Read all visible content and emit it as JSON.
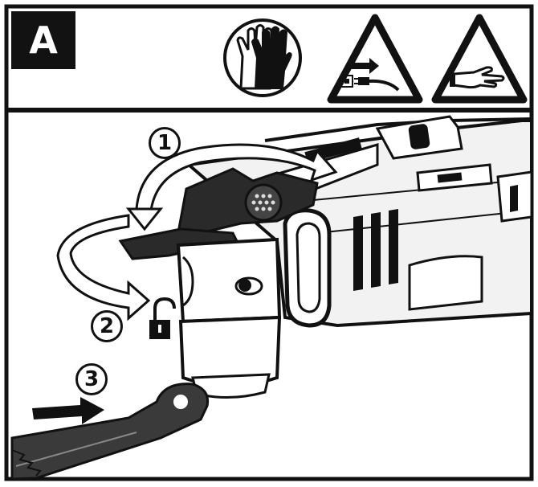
{
  "panel": {
    "label": "A",
    "steps": [
      "1",
      "2",
      "3"
    ]
  },
  "icons": [
    "gloves-icon",
    "unplug-warning-icon",
    "hand-hazard-warning-icon"
  ],
  "colors": {
    "ink": "#111111",
    "background": "#ffffff",
    "shade": "#d8d8d8"
  }
}
